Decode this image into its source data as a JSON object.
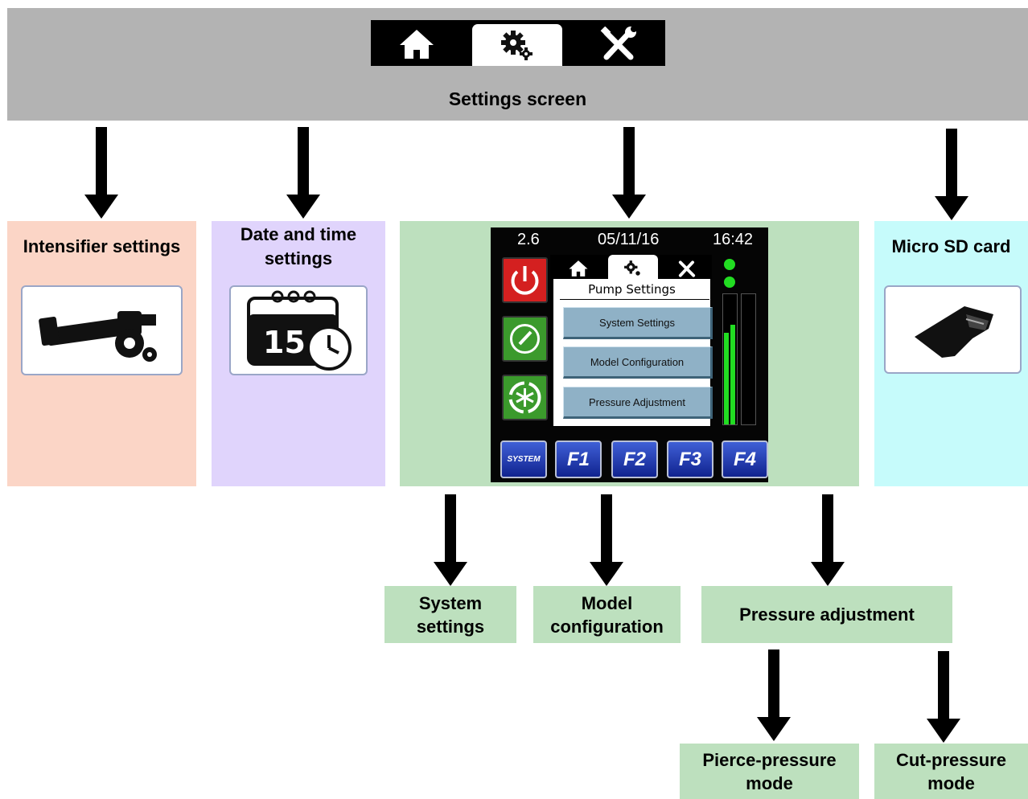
{
  "header": {
    "title": "Settings screen"
  },
  "panels": {
    "intensifier": "Intensifier settings",
    "datetime_line1": "Date and time",
    "datetime_line2": "settings",
    "calendar_day": "15",
    "microsd": "Micro SD card"
  },
  "device": {
    "version": "2.6",
    "date": "05/11/16",
    "time": "16:42",
    "panel_title": "Pump Settings",
    "menu": [
      "System Settings",
      "Model Configuration",
      "Pressure Adjustment"
    ],
    "system_key": "SYSTEM",
    "fkeys": [
      "F1",
      "F2",
      "F3",
      "F4"
    ]
  },
  "submenus": {
    "system_line1": "System",
    "system_line2": "settings",
    "model_line1": "Model",
    "model_line2": "configuration",
    "pressure": "Pressure adjustment",
    "pierce_line1": "Pierce-pressure",
    "pierce_line2": "mode",
    "cut_line1": "Cut-pressure",
    "cut_line2": "mode"
  },
  "colors": {
    "header": "#b3b3b3",
    "intensifier": "#fbd5c6",
    "datetime": "#e0d4fc",
    "pump": "#bde0be",
    "microsd": "#c6fbfb",
    "power_button": "#d42020",
    "green_button": "#3b9a2c",
    "fkey_blue": "#1a33b5",
    "level_green": "#22dd22"
  },
  "icons": [
    "home-icon",
    "gear-icon",
    "tools-icon",
    "power-icon",
    "gauge-icon",
    "snowflake-cycle-icon",
    "intensifier-icon",
    "calendar-clock-icon",
    "micro-sd-icon"
  ]
}
